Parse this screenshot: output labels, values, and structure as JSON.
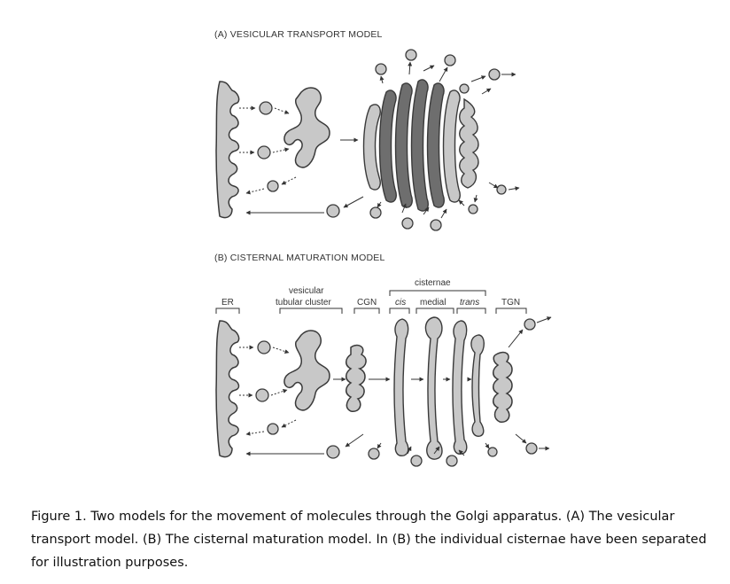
{
  "panel_a": {
    "title": "(A) VESICULAR TRANSPORT MODEL"
  },
  "panel_b": {
    "title": "(B) CISTERNAL MATURATION MODEL",
    "labels": {
      "er": "ER",
      "vtc_line1": "vesicular",
      "vtc_line2": "tubular cluster",
      "cgn": "CGN",
      "cisternae": "cisternae",
      "cis": "cis",
      "medial": "medial",
      "trans": "trans",
      "tgn": "TGN"
    }
  },
  "caption": "Figure 1. Two models for the movement of molecules through the Golgi apparatus. (A) The vesicular transport model. (B) The cisternal maturation model. In (B) the individual cisternae have been separated for illustration purposes.",
  "colors": {
    "membrane_fill": "#c8c8c8",
    "lumen_dark": "#6e6e6e",
    "stroke": "#3a3a3a"
  }
}
